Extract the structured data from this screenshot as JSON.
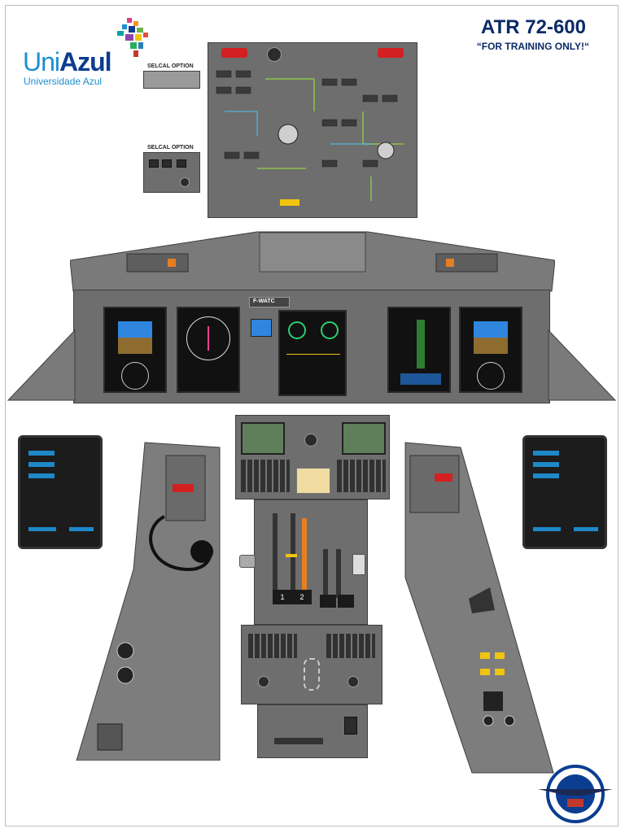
{
  "header": {
    "title": "ATR 72-600",
    "subtitle": "“FOR TRAINING ONLY!“"
  },
  "logo": {
    "name_light": "Uni",
    "name_bold": "Azul",
    "tagline": "Universidade Azul"
  },
  "overhead": {
    "selcal_label_1": "SELCAL OPTION",
    "selcal_label_2": "SELCAL OPTION"
  },
  "main_panel": {
    "registration": "F-WATC"
  },
  "throttle": {
    "lever_1": "1",
    "lever_2": "2"
  },
  "colors": {
    "brand_blue": "#1b8fd1",
    "brand_navy": "#0b3d91",
    "title_navy": "#0b2a66",
    "panel_grey": "#6e6e6e",
    "tablet_accent": "#1e88c8"
  }
}
